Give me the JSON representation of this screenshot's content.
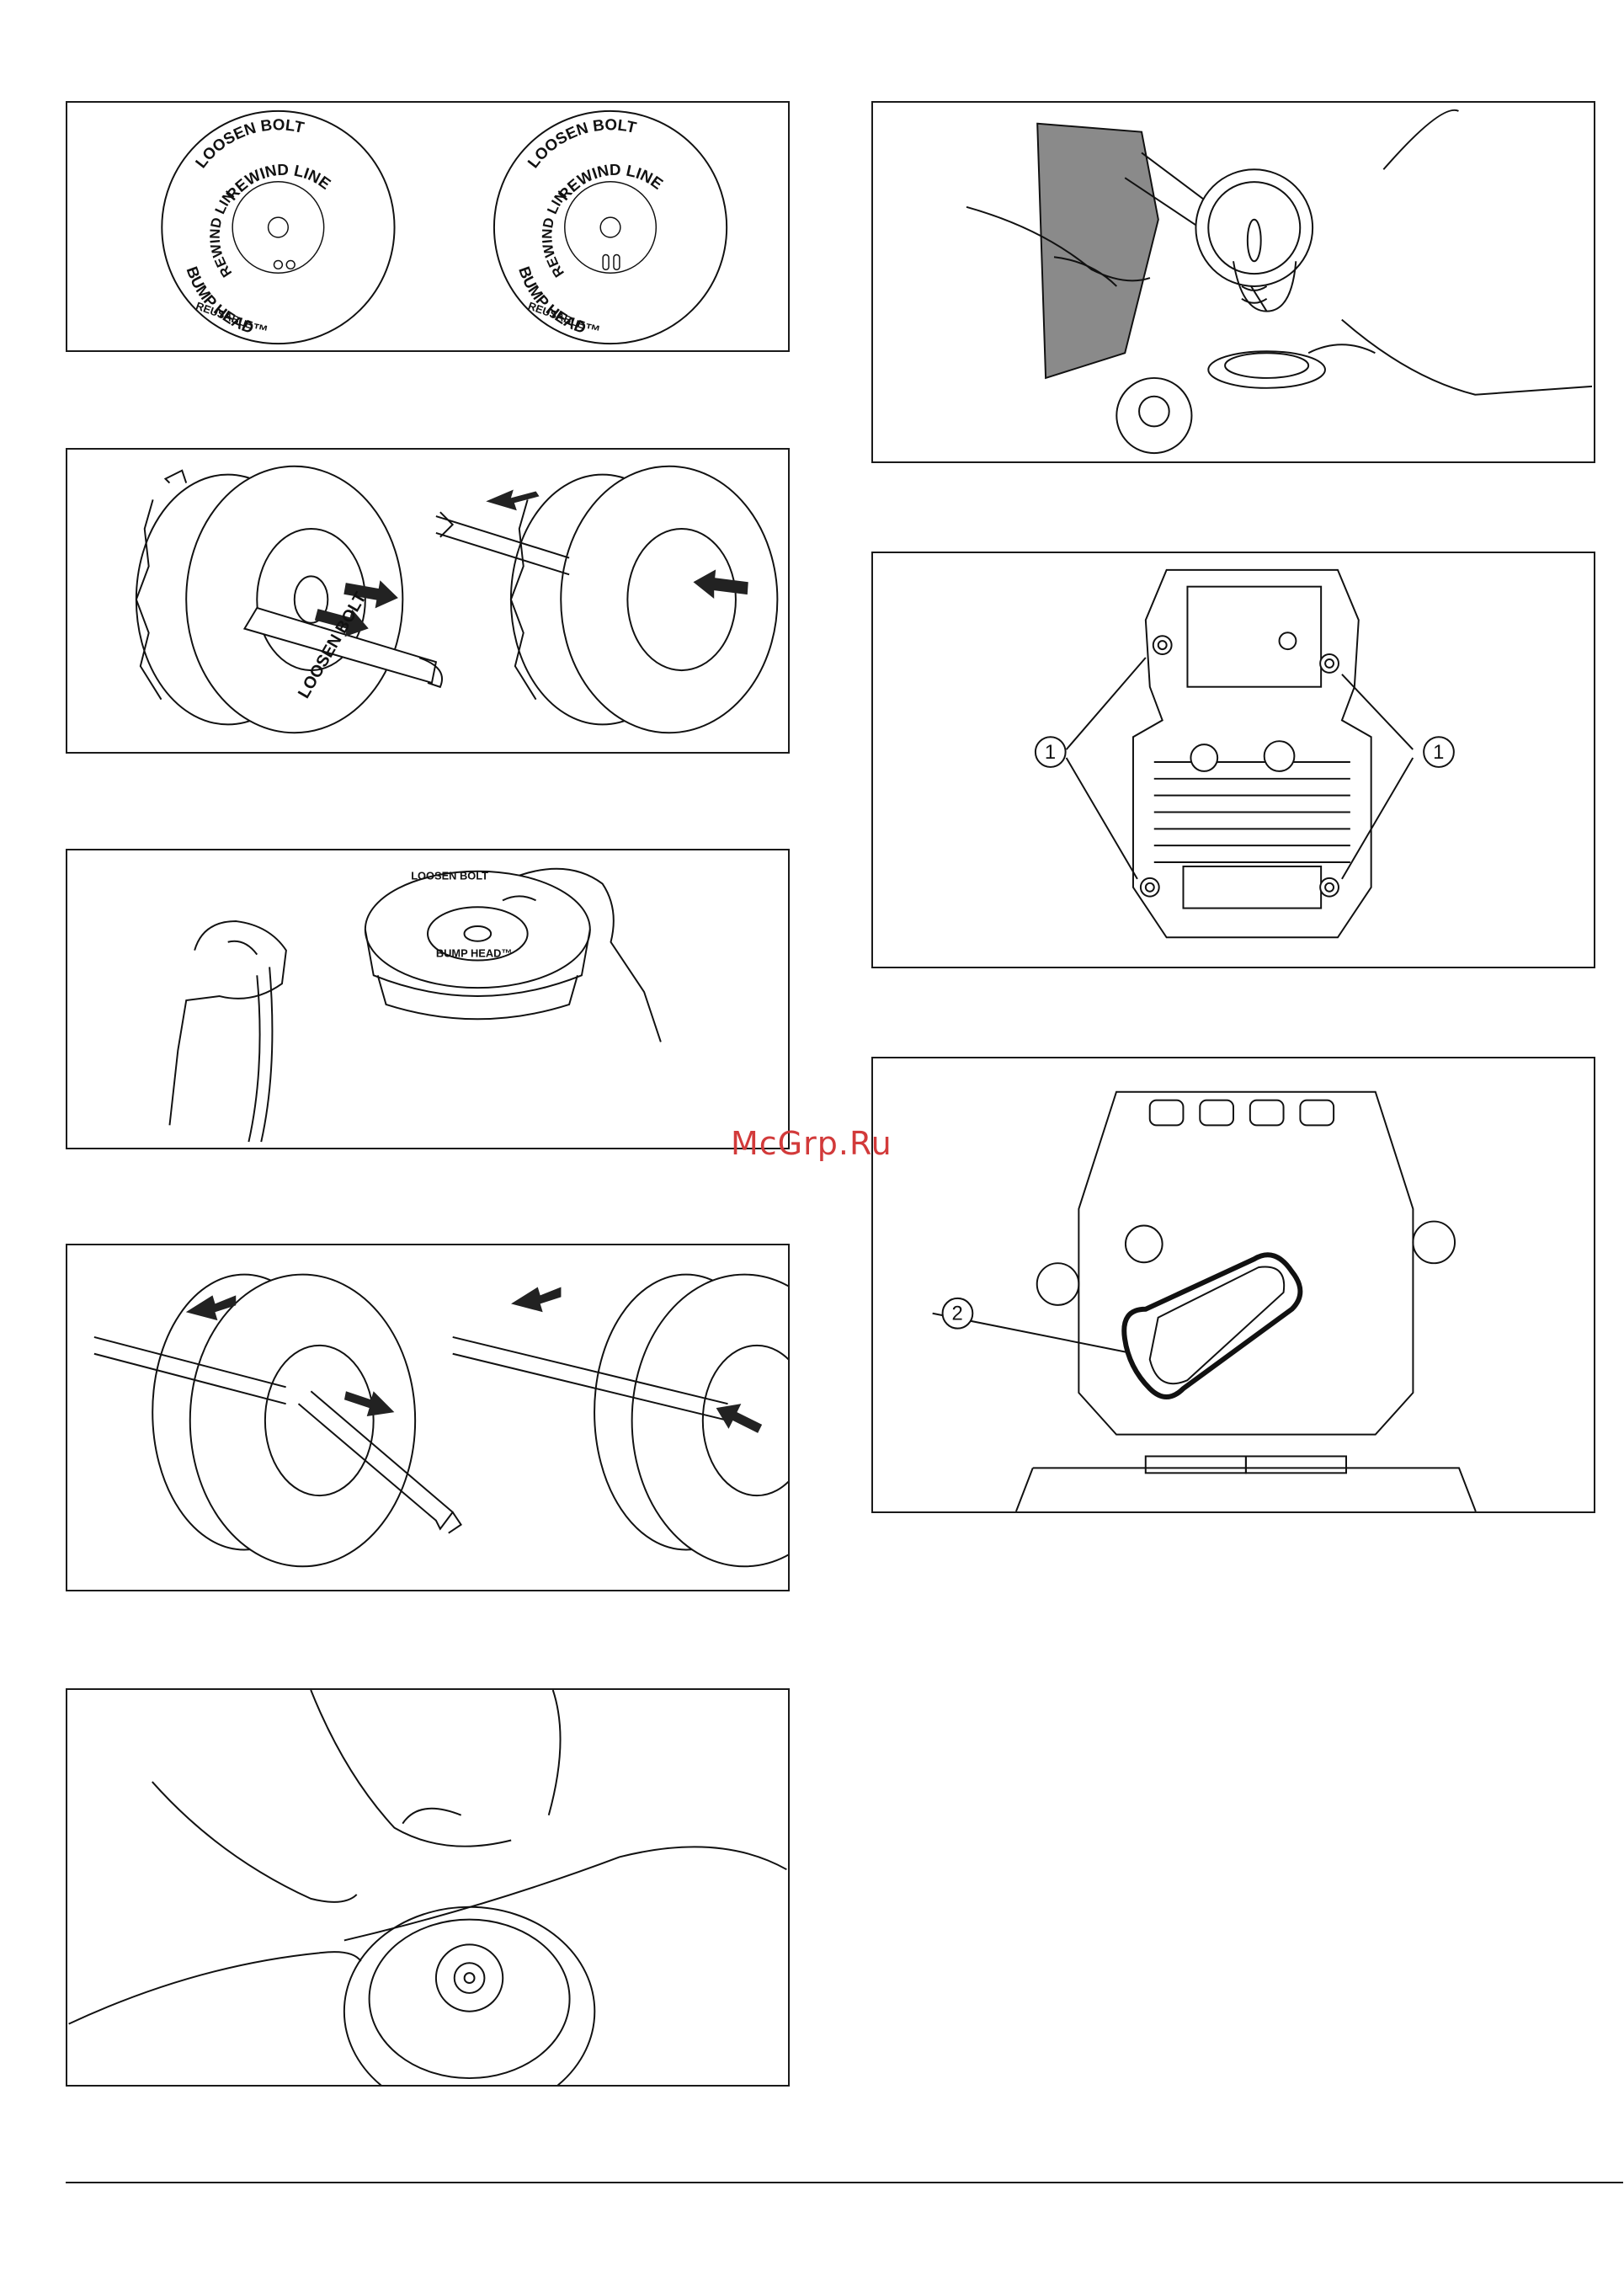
{
  "watermark": "McGrp.Ru",
  "disc_text": {
    "loosen_bolt": "LOOSEN BOLT",
    "rewind_line": "REWIND LINE",
    "bump_head": "BUMP HEAD™",
    "reusable": "REUSABLE",
    "tm": "TM"
  },
  "figures": [
    {
      "id": "fig-discs-top"
    },
    {
      "id": "fig-spool-insert"
    },
    {
      "id": "fig-hands-winding"
    },
    {
      "id": "fig-hex-key"
    },
    {
      "id": "fig-spool-line"
    },
    {
      "id": "fig-head-removal"
    },
    {
      "id": "fig-engine-housing"
    },
    {
      "id": "fig-gasket"
    }
  ],
  "callouts": {
    "screw_label": "1",
    "gasket_label": "2"
  }
}
